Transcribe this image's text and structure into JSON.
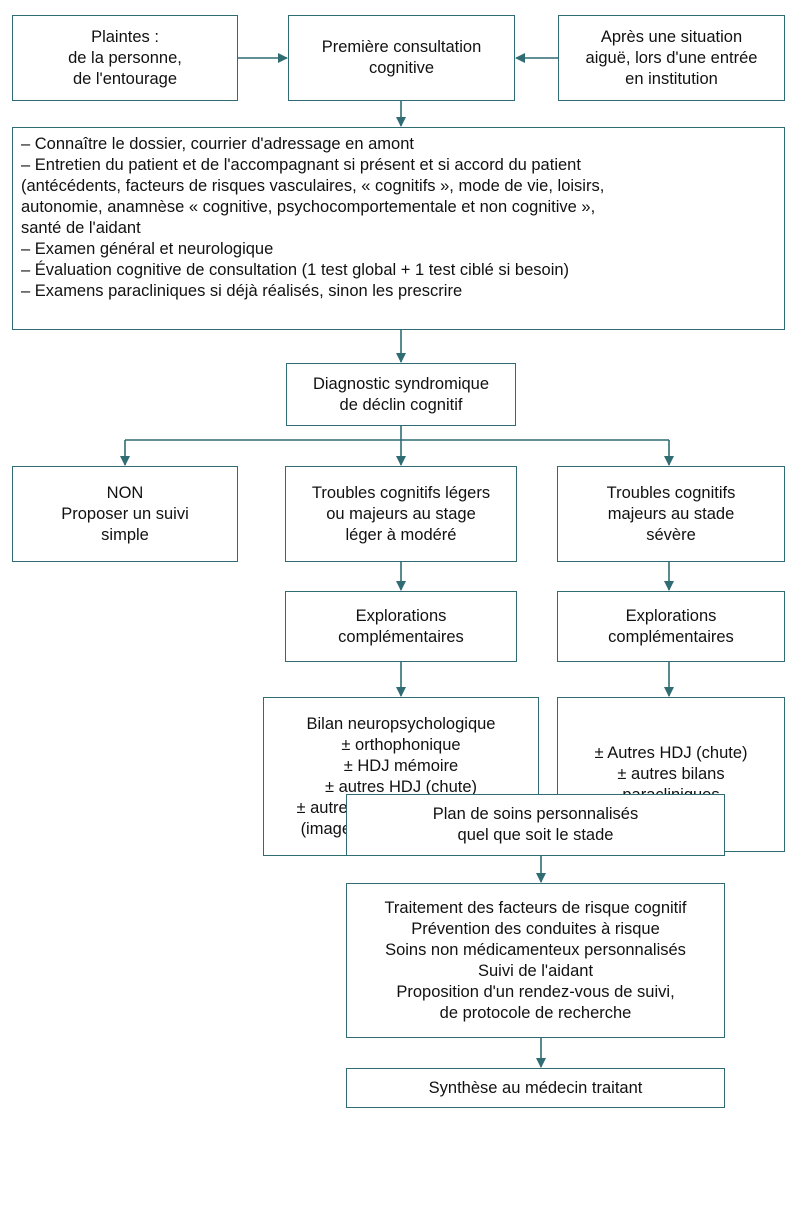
{
  "colors": {
    "border": "#2f6c73",
    "arrow": "#2f6c73"
  },
  "boxes": {
    "plaintes": [
      "Plaintes :",
      "de la personne,",
      "de l'entourage"
    ],
    "premiere": [
      "Première consultation",
      "cognitive"
    ],
    "apres": [
      "Après une situation",
      "aiguë, lors d'une entrée",
      "en institution"
    ],
    "bilan_initial": [
      "– Connaître le dossier, courrier d'adressage en amont",
      "– Entretien du patient et de l'accompagnant si présent et si accord du patient",
      "(antécédents, facteurs de risques vasculaires, « cognitifs », mode de vie, loisirs,",
      "autonomie, anamnèse « cognitive, psychocomportementale et non cognitive »,",
      "santé de l'aidant",
      "– Examen général et neurologique",
      "– Évaluation cognitive de consultation (1 test global + 1 test ciblé si besoin)",
      "– Examens paracliniques si déjà réalisés, sinon les prescrire"
    ],
    "diagnostic": [
      "Diagnostic syndromique",
      "de déclin cognitif"
    ],
    "non": [
      "NON",
      "Proposer un suivi",
      "simple"
    ],
    "legers": [
      "Troubles cognitifs légers",
      "ou majeurs au stage",
      "léger à modéré"
    ],
    "severe": [
      "Troubles cognitifs",
      "majeurs au stade",
      "sévère"
    ],
    "explo_1": [
      "Explorations",
      "complémentaires"
    ],
    "explo_2": [
      "Explorations",
      "complémentaires"
    ],
    "bilan_neuro": [
      "Bilan neuropsychologique",
      "± orthophonique",
      "± HDJ mémoire",
      "± autres HDJ (chute)",
      "± autres bilans paracliniques",
      "(imagerie fonctionnelle, PL)"
    ],
    "autres_hdj": [
      "± Autres HDJ (chute)",
      "± autres bilans",
      "paracliniques"
    ],
    "plan": [
      "Plan de soins personnalisés",
      "quel que soit le stade"
    ],
    "traitement": [
      "Traitement des facteurs de risque cognitif",
      "Prévention des conduites à risque",
      "Soins non médicamenteux personnalisés",
      "Suivi de l'aidant",
      "Proposition d'un rendez-vous de suivi,",
      "de protocole de recherche"
    ],
    "synthese": [
      "Synthèse au médecin traitant"
    ]
  }
}
